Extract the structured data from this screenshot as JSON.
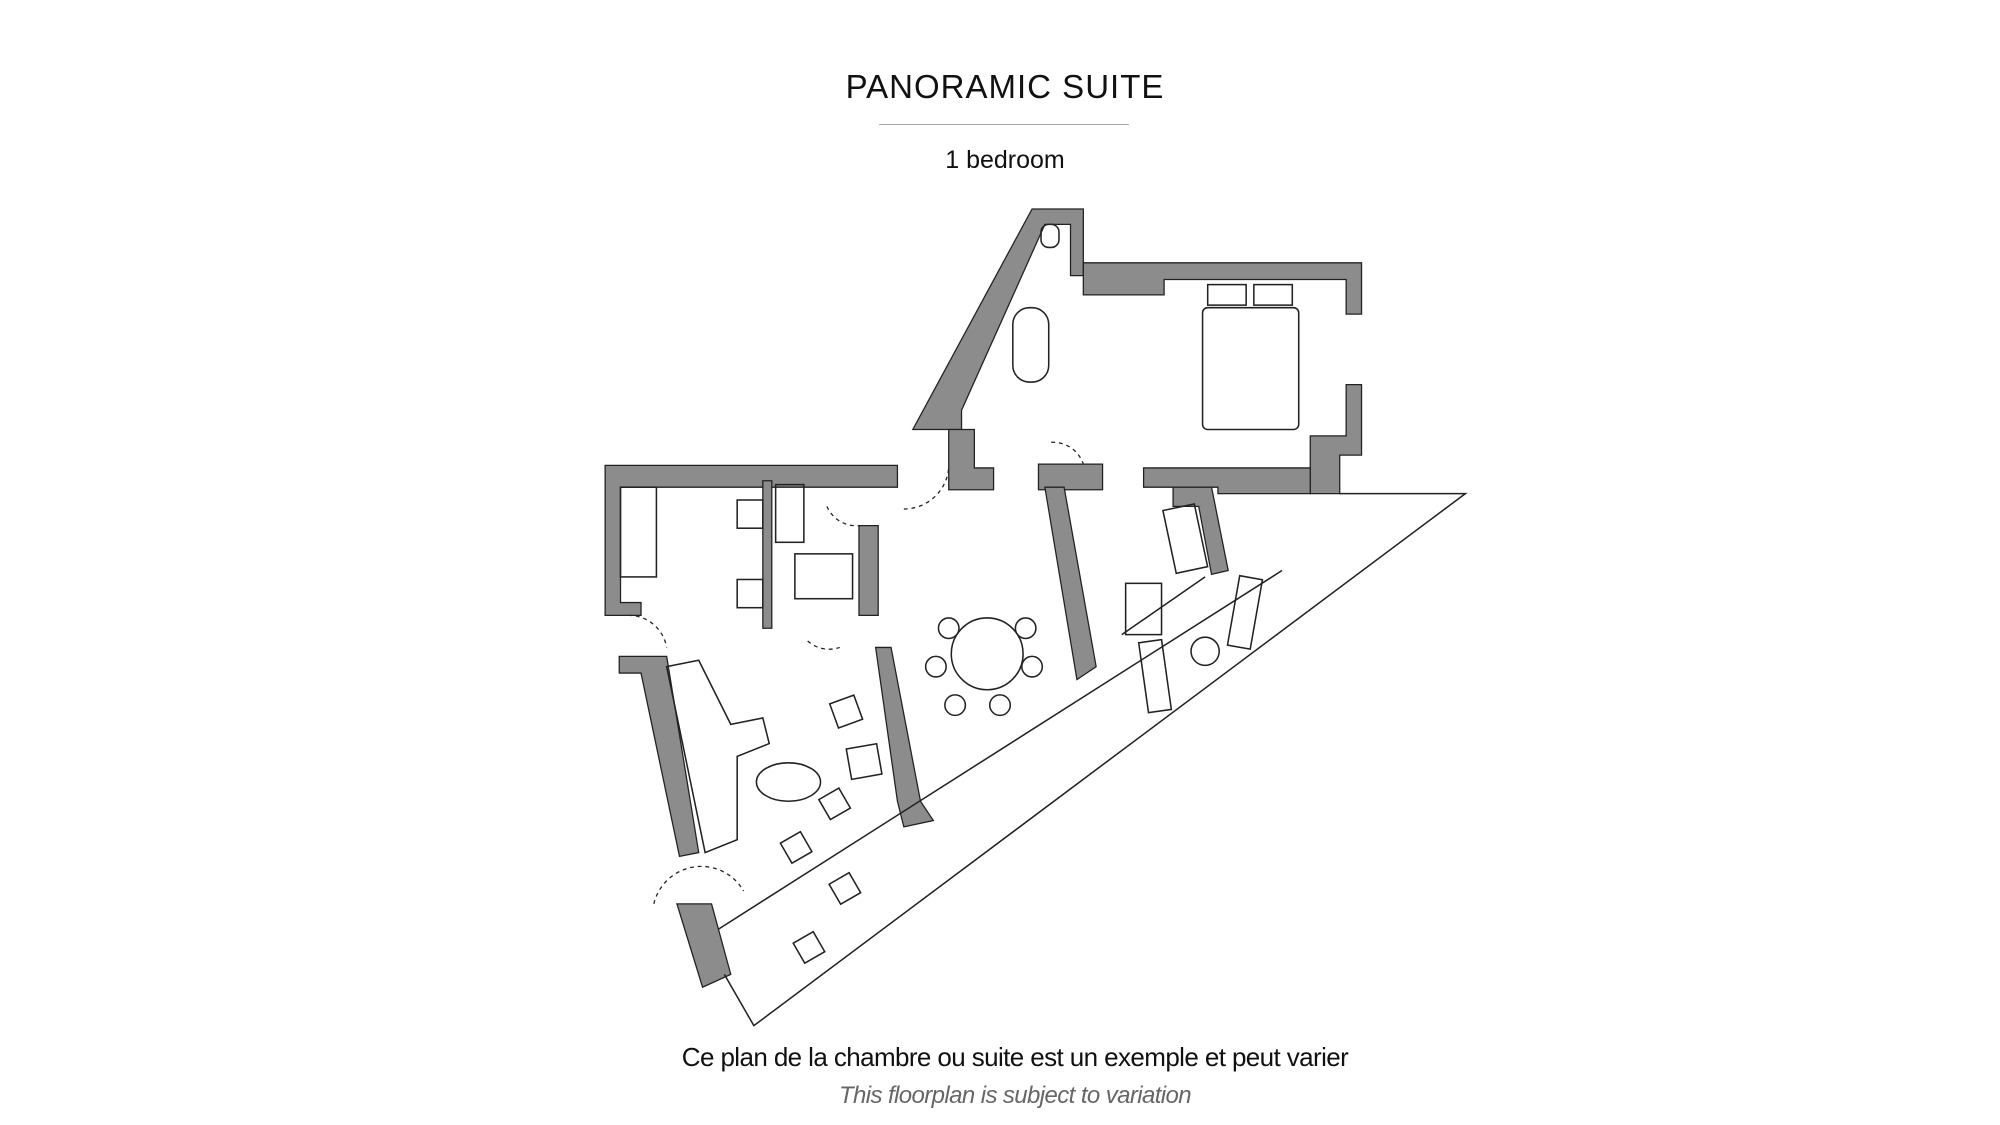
{
  "header": {
    "title": "PANORAMIC SUITE",
    "subtitle": "1 bedroom"
  },
  "footer": {
    "note_fr": "Ce plan de la chambre ou suite est un exemple et peut varier",
    "note_en": "This floorplan is subject to variation"
  },
  "colors": {
    "wall": "#8c8c8c",
    "line": "#222222"
  }
}
